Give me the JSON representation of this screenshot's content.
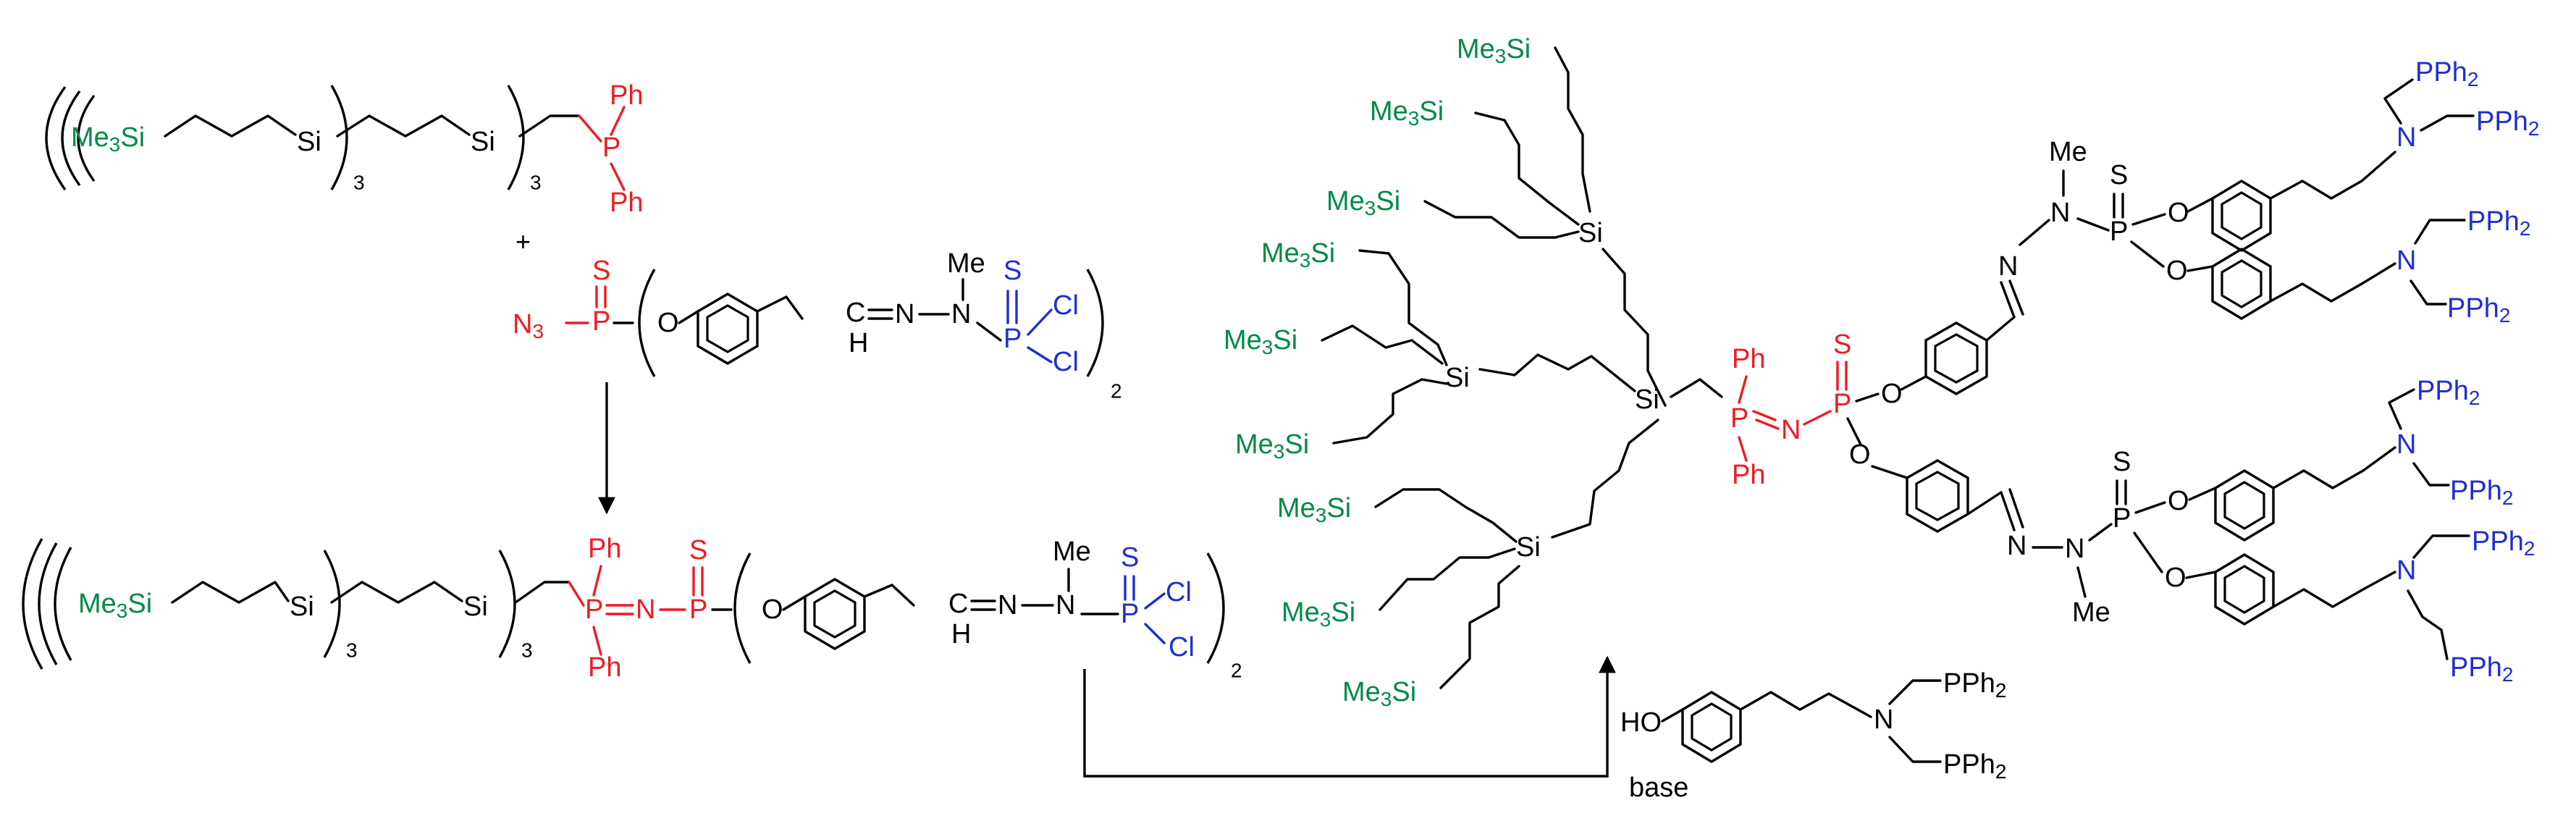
{
  "colors": {
    "silane": "#008a45",
    "phosphorus": "#ee1c24",
    "chloride": "#1f2fd0",
    "ink": "#000000"
  },
  "icons": [
    "reaction-arrow-down",
    "reaction-arrow-elbow"
  ],
  "labels": {
    "me3si": "Me",
    "me3si_sub": "3",
    "me3si_tail": "Si",
    "si": "Si",
    "p": "P",
    "ph": "Ph",
    "n": "N",
    "n3": "N",
    "n3_sub": "3",
    "s": "S",
    "cl": "Cl",
    "o": "O",
    "h": "H",
    "c": "C",
    "me": "Me",
    "ho": "HO",
    "pph2": "PPh",
    "pph2_sub": "2",
    "rep3": "3",
    "rep2": "2",
    "plus": "+",
    "base": "base"
  }
}
